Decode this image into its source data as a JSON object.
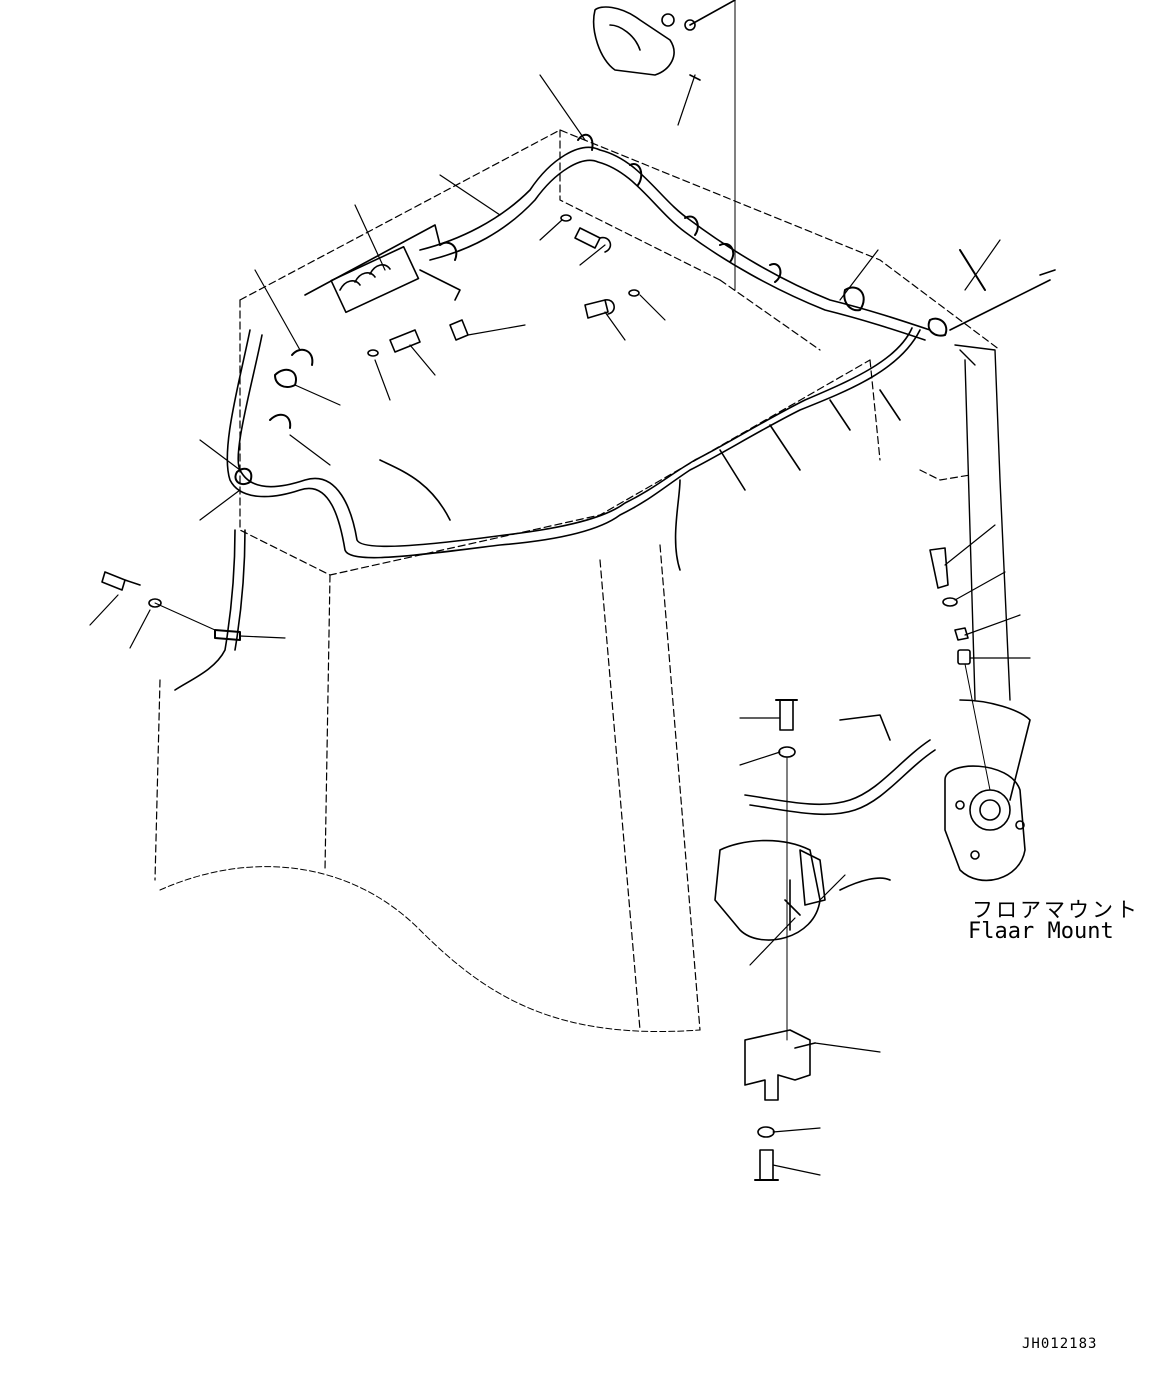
{
  "labels": {
    "mount_jp": "フロアマウント",
    "mount_en": "Flaar Mount",
    "drawing_id": "JH012183"
  }
}
